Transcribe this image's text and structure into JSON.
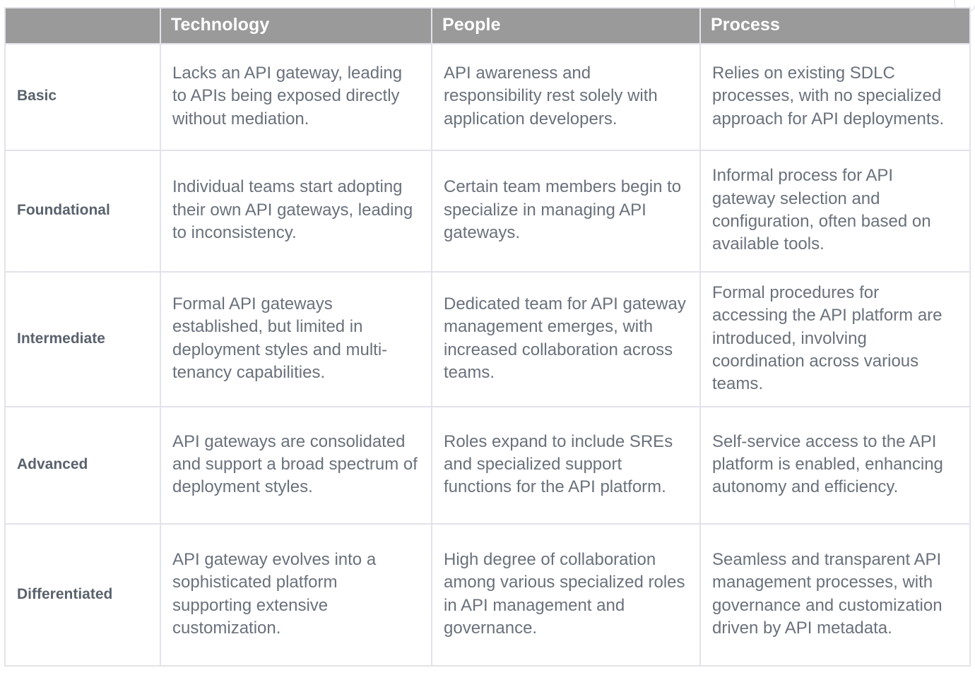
{
  "table": {
    "columns": [
      {
        "key": "stage",
        "label": ""
      },
      {
        "key": "tech",
        "label": "Technology"
      },
      {
        "key": "people",
        "label": "People"
      },
      {
        "key": "process",
        "label": "Process"
      }
    ],
    "rows": [
      {
        "stage": "Basic",
        "technology": "Lacks an API gateway, leading to APIs being exposed directly without mediation.",
        "people": "API awareness and responsibility rest solely with application developers.",
        "process": "Relies on existing SDLC processes, with no specialized approach for API deployments."
      },
      {
        "stage": "Foundational",
        "technology": "Individual teams start adopting their own API gateways, leading to inconsistency.",
        "people": "Certain team members begin to specialize in managing API gateways.",
        "process": "Informal process for API gateway selection and configuration, often based on available tools."
      },
      {
        "stage": "Intermediate",
        "technology": "Formal API gateways established, but limited in deployment styles and multi-tenancy capabilities.",
        "people": "Dedicated team for API gateway management emerges, with increased collaboration across teams.",
        "process": "Formal procedures for accessing the API platform are introduced, involving coordination across various teams."
      },
      {
        "stage": "Advanced",
        "technology": "API gateways are consolidated and support a broad spectrum of deployment styles.",
        "people": "Roles expand to include SREs and specialized support functions for the API platform.",
        "process": "Self-service access to the API platform is enabled, enhancing autonomy and efficiency."
      },
      {
        "stage": "Differentiated",
        "technology": "API gateway evolves into a sophisticated platform supporting extensive customization.",
        "people": "High degree of collaboration among various specialized roles in API management and governance.",
        "process": "Seamless and transparent API management processes, with governance and customization driven by API metadata."
      }
    ]
  },
  "colors": {
    "header_background": "#9a9a9a",
    "header_text": "#ffffff",
    "border": "#e2e2ea",
    "stage_text": "#5a626d",
    "body_text": "#6a717b",
    "cell_background": "#ffffff"
  }
}
